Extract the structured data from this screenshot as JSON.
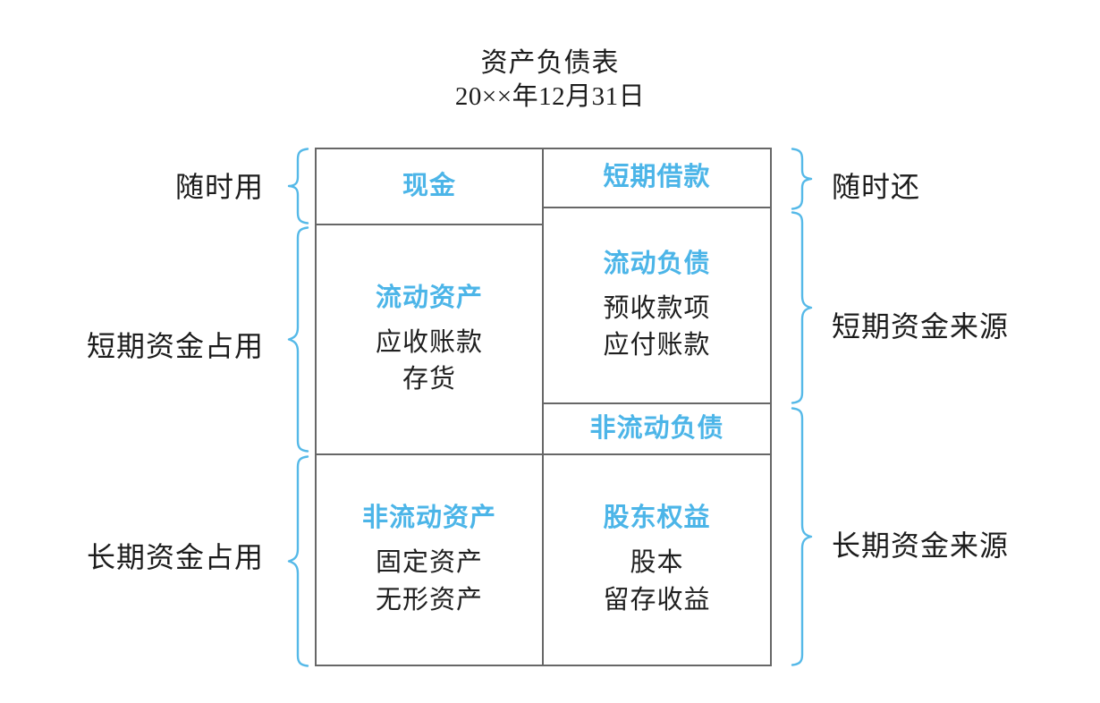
{
  "title": {
    "heading": "资产负债表",
    "date": "20××年12月31日"
  },
  "colors": {
    "accent_blue": "#4CB5E8",
    "brace_blue": "#55B9E8",
    "border_gray": "#676767",
    "text_black": "#1c1c1c",
    "background": "#ffffff"
  },
  "table": {
    "left_column": {
      "name": "assets",
      "cells": [
        {
          "heading": "现金",
          "items": []
        },
        {
          "heading": "流动资产",
          "items": [
            "应收账款",
            "存货"
          ]
        },
        {
          "heading": "非流动资产",
          "items": [
            "固定资产",
            "无形资产"
          ]
        }
      ]
    },
    "right_column": {
      "name": "liabilities-and-equity",
      "cells": [
        {
          "heading": "短期借款",
          "items": []
        },
        {
          "heading": "流动负债",
          "items": [
            "预收款项",
            "应付账款"
          ]
        },
        {
          "heading": "非流动负债",
          "items": []
        },
        {
          "heading": "股东权益",
          "items": [
            "股本",
            "留存收益"
          ]
        }
      ]
    }
  },
  "left_labels": [
    {
      "text": "随时用",
      "brace": "cash-row"
    },
    {
      "text": "短期资金占用",
      "brace": "current-assets-row"
    },
    {
      "text": "长期资金占用",
      "brace": "non-current-assets-row"
    }
  ],
  "right_labels": [
    {
      "text": "随时还",
      "brace": "short-term-borrowing-row"
    },
    {
      "text": "短期资金来源",
      "brace": "current-liabilities-row"
    },
    {
      "text": "长期资金来源",
      "brace": "long-term-funding-row"
    }
  ]
}
